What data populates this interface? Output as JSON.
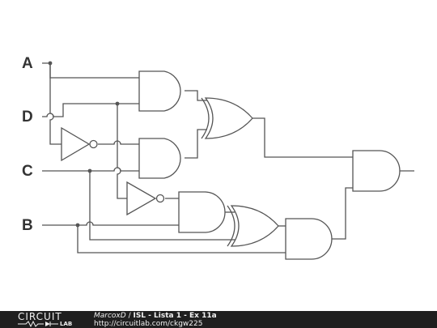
{
  "inputs": {
    "a": "A",
    "d": "D",
    "c": "C",
    "b": "B"
  },
  "footer": {
    "logo_top": "CIRCUIT",
    "logo_bottom": "LAB",
    "author": "MarcoxD",
    "separator": " / ",
    "title": "ISL - Lista 1 - Ex 11a",
    "url": "http://circuitlab.com/ckgw225"
  },
  "colors": {
    "wire": "#555555",
    "gate_fill": "#ffffff",
    "footer_bg": "#1f1f1f"
  }
}
